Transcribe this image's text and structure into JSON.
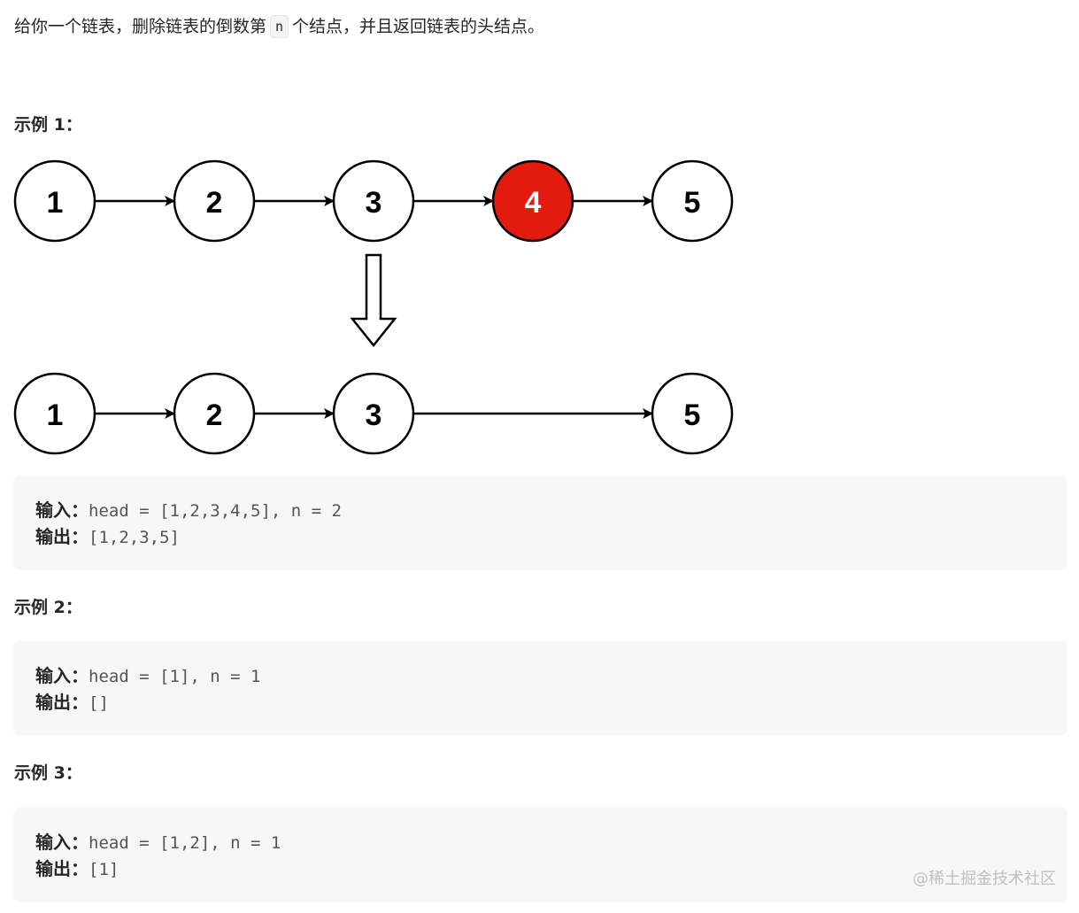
{
  "problem": {
    "text_before": "给你一个链表，删除链表的倒数第",
    "code": "n",
    "text_after": "个结点，并且返回链表的头结点。"
  },
  "examples": [
    {
      "title": "示例 1：",
      "input_label": "输入：",
      "input_value": "head = [1,2,3,4,5], n = 2",
      "output_label": "输出：",
      "output_value": "[1,2,3,5]"
    },
    {
      "title": "示例 2：",
      "input_label": "输入：",
      "input_value": "head = [1], n = 1",
      "output_label": "输出：",
      "output_value": "[]"
    },
    {
      "title": "示例 3：",
      "input_label": "输入：",
      "input_value": "head = [1,2], n = 1",
      "output_label": "输出：",
      "output_value": "[1]"
    }
  ],
  "diagram": {
    "before_nodes": [
      "1",
      "2",
      "3",
      "4",
      "5"
    ],
    "after_nodes": [
      "1",
      "2",
      "3",
      "5"
    ],
    "removed_node": "4",
    "highlight_color": "#e31a0e",
    "node_fill": "#ffffff",
    "stroke_color": "#000000"
  },
  "watermark": "@稀土掘金技术社区"
}
